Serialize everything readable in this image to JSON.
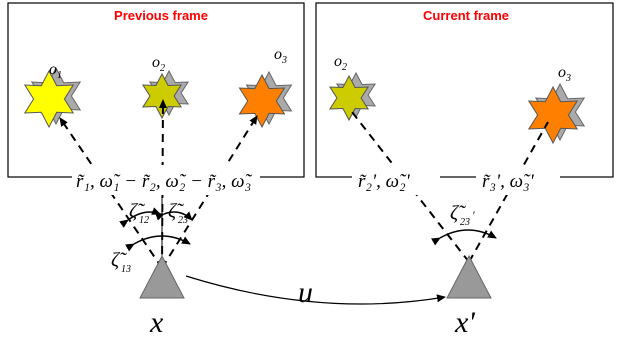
{
  "frames": {
    "previous": {
      "title": "Previous frame"
    },
    "current": {
      "title": "Current frame"
    }
  },
  "objects": {
    "o1": {
      "label": "o",
      "sub": "1",
      "color": "#ffff00"
    },
    "o2": {
      "label": "o",
      "sub": "2",
      "color": "#cccc00"
    },
    "o3": {
      "label": "o",
      "sub": "3",
      "color": "#ff8000"
    }
  },
  "measurements": {
    "previous": "r̃₁, ω̃₁ − r̃₂, ω̃₂ − r̃₃, ω̃₃",
    "current_left": "r̃₂', ω̃₂'",
    "current_right": "r̃₃', ω̃₃'"
  },
  "angles": {
    "z12": {
      "base": "ζ̃",
      "sub": "12"
    },
    "z23": {
      "base": "ζ̃",
      "sub": "23"
    },
    "z13": {
      "base": "ζ̃",
      "sub": "13"
    },
    "z23p": {
      "base": "ζ̃",
      "sub": "23",
      "prime": "'"
    }
  },
  "poses": {
    "x": "x",
    "x_prime": "x'",
    "control": "u"
  },
  "colors": {
    "frame_title": "#ff0000",
    "robot": "#999999",
    "shadow_star": "#aaaaaa"
  }
}
